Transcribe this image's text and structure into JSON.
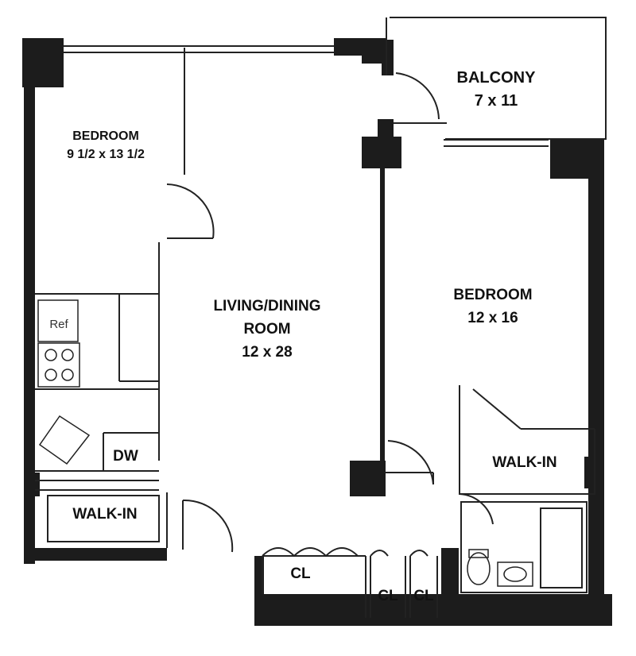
{
  "rooms": {
    "balcony": {
      "name": "BALCONY",
      "size": "7 x 11"
    },
    "bedroom1": {
      "name": "BEDROOM",
      "size": "9 1/2 x 13 1/2"
    },
    "living": {
      "name_line1": "LIVING/DINING",
      "name_line2": "ROOM",
      "size": "12 x 28"
    },
    "bedroom2": {
      "name": "BEDROOM",
      "size": "12 x 16"
    },
    "walkin_right": "WALK-IN",
    "walkin_left": "WALK-IN",
    "dishwasher": "DW",
    "closet_main": "CL",
    "closet_a": "CL",
    "closet_b": "CL",
    "fridge": "Ref"
  },
  "colors": {
    "wall": "#1c1c1c",
    "line": "#222222",
    "paper": "#ffffff"
  }
}
